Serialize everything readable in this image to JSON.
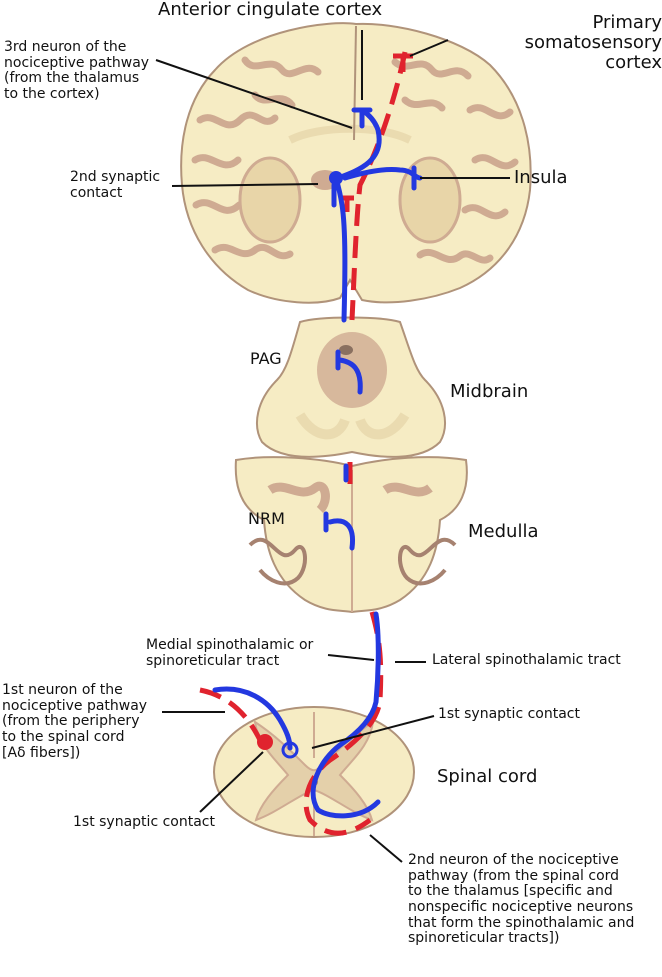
{
  "labels": {
    "anterior_cingulate": "Anterior cingulate cortex",
    "primary_somatosensory": "Primary somatosensory\ncortex",
    "third_neuron": "3rd neuron of the\nnociceptive pathway\n(from the thalamus\nto the cortex)",
    "second_synaptic": "2nd synaptic\ncontact",
    "insula": "Insula",
    "pag": "PAG",
    "midbrain": "Midbrain",
    "nrm": "NRM",
    "medulla": "Medulla",
    "medial_tract": "Medial spinothalamic or\nspinoreticular tract",
    "lateral_tract": "Lateral spinothalamic tract",
    "first_neuron": "1st neuron of the\nnociceptive pathway\n(from the periphery\nto the spinal cord\n[Aδ fibers])",
    "first_synaptic_right": "1st synaptic contact",
    "spinal_cord": "Spinal cord",
    "first_synaptic_left": "1st synaptic contact",
    "second_neuron": "2nd neuron of the nociceptive\npathway (from the spinal cord\nto the thalamus [specific and\nnonspecific nociceptive neurons\nthat form the spinothalamic and\nspinoreticular tracts])"
  },
  "colors": {
    "tissue": "#f6ecc4",
    "gray_matter": "#cfab92",
    "outline": "#b0937a",
    "medial_pathway": "#2338e0",
    "lateral_pathway": "#e0232e",
    "leader": "#111111"
  }
}
